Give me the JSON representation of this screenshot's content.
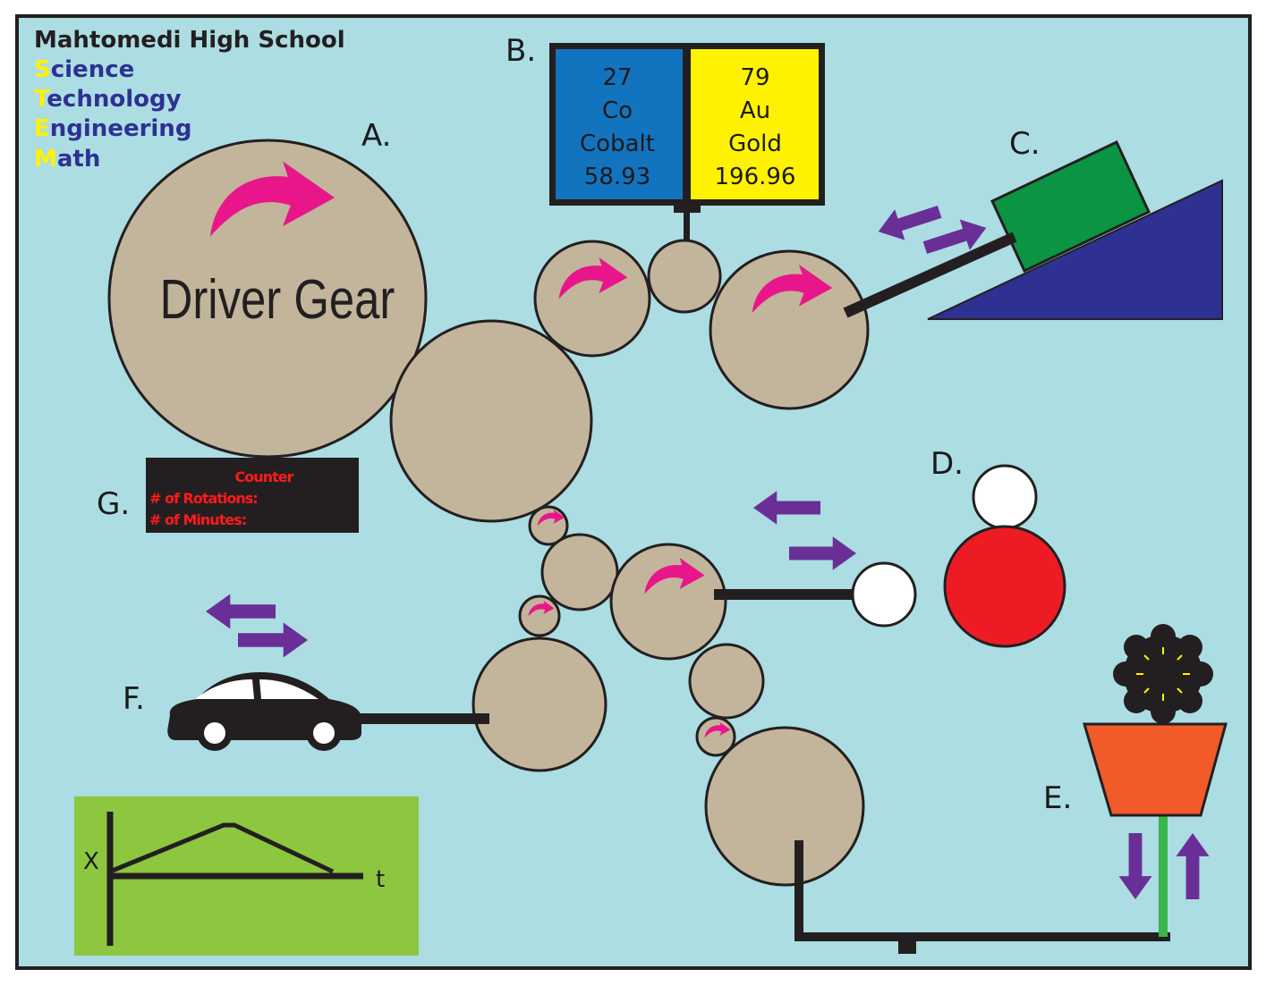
{
  "school": {
    "name": "Mahtomedi High School",
    "stem": [
      {
        "letter": "S",
        "rest": "cience"
      },
      {
        "letter": "T",
        "rest": "echnology"
      },
      {
        "letter": "E",
        "rest": "ngineering"
      },
      {
        "letter": "M",
        "rest": "ath"
      }
    ]
  },
  "labels": {
    "a": "A.",
    "b": "B.",
    "c": "C.",
    "d": "D.",
    "e": "E.",
    "f": "F.",
    "g": "G."
  },
  "driver_gear": "Driver Gear",
  "elements": [
    {
      "number": "27",
      "symbol": "Co",
      "name": "Cobalt",
      "mass": "58.93",
      "color": "#1273bf"
    },
    {
      "number": "79",
      "symbol": "Au",
      "name": "Gold",
      "mass": "196.96",
      "color": "#fff200"
    }
  ],
  "counter": {
    "title": "Counter",
    "rotations": "# of Rotations:",
    "minutes": "# of Minutes:"
  },
  "graph": {
    "y_label": "X",
    "x_label": "t"
  },
  "colors": {
    "background": "#abdde3",
    "gear": "#c2b59b",
    "rotation_arrow": "#e8168a",
    "motion_arrow": "#6a2f96",
    "ramp": "#2e3192",
    "block": "#0a9444",
    "ball": "#ed1c24",
    "pot": "#f15a29",
    "graph_bg": "#8dc63f",
    "counter_bg": "#231f20",
    "counter_text": "#ff1a1a",
    "stem_letter": "#fff200",
    "stem_rest": "#2e3192"
  }
}
